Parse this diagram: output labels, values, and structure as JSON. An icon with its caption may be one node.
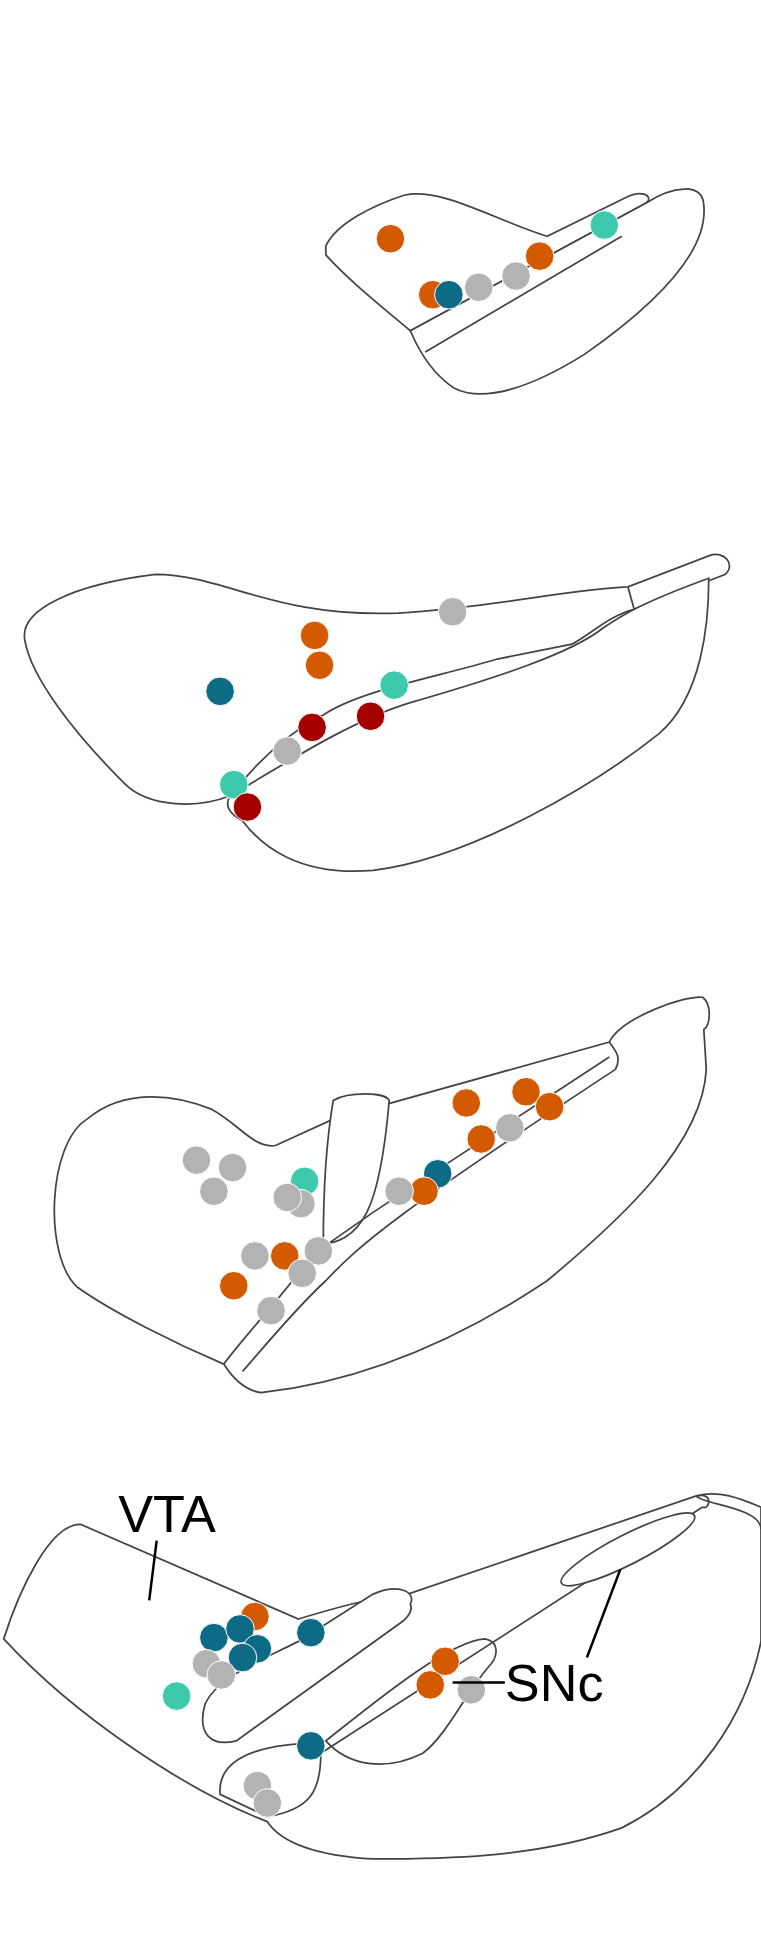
{
  "diagram": {
    "nodes": [
      {
        "text": [
          "VTA"
        ]
      },
      {
        "text": [
          "SNc"
        ]
      },
      {
        "text": [],
        "shape": "ellipse"
      }
    ],
    "edges": [
      {
        "from": 0,
        "to": null,
        "arrow": "none"
      },
      {
        "from": 1,
        "to": null,
        "arrow": "none"
      },
      {
        "from": 1,
        "to": 2,
        "arrow": "none"
      }
    ]
  }
}
